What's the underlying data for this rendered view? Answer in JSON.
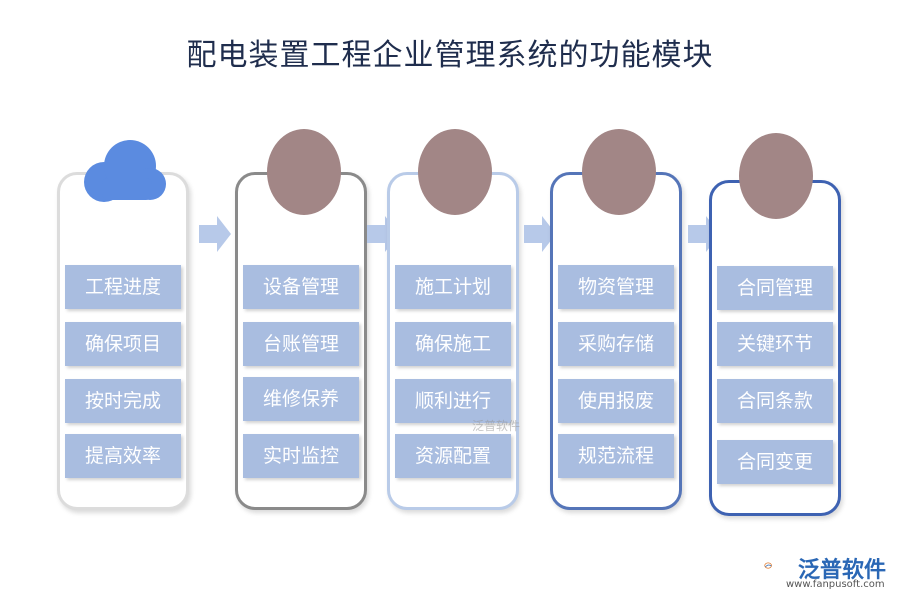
{
  "title": "配电装置工程企业管理系统的功能模块",
  "columns": [
    {
      "items": [
        "工程进度",
        "确保项目",
        "按时完成",
        "提高效率"
      ]
    },
    {
      "items": [
        "设备管理",
        "台账管理",
        "维修保养",
        "实时监控"
      ]
    },
    {
      "items": [
        "施工计划",
        "确保施工",
        "顺利进行",
        "资源配置"
      ]
    },
    {
      "items": [
        "物资管理",
        "采购存储",
        "使用报废",
        "规范流程"
      ]
    },
    {
      "items": [
        "合同管理",
        "关键环节",
        "合同条款",
        "合同变更"
      ]
    }
  ],
  "watermark": "泛普软件",
  "brand": {
    "name": "泛普软件",
    "url": "www.fanpusoft.com"
  },
  "colors": {
    "item_fill": "#a9bde0",
    "head_fill": "#a28686",
    "cloud_fill": "#5b8be0",
    "arrow_fill": "#b7c9e9",
    "title_color": "#1f2d4d"
  },
  "icons": [
    "cloud-icon",
    "head-oval-icon",
    "arrow-right-icon",
    "fanpu-logo-icon"
  ]
}
